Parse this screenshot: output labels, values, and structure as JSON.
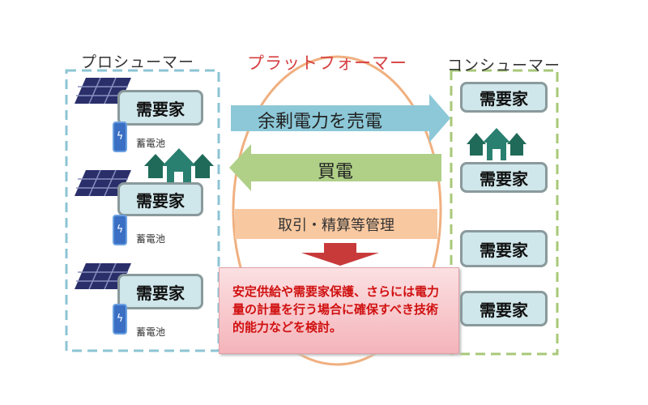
{
  "prosumer": {
    "title": "プロシューマー",
    "units": [
      {
        "label": "需要家",
        "battery": "蓄電池"
      },
      {
        "label": "需要家",
        "battery": "蓄電池"
      },
      {
        "label": "需要家",
        "battery": "蓄電池"
      }
    ]
  },
  "platform": {
    "title": "プラットフォーマー",
    "sell_arrow": "余剰電力を売電",
    "buy_arrow": "買電",
    "management": "取引・精算等管理",
    "note": "安定供給や需要家保護、さらには電力量の計量を行う場合に確保すべき技術的能力などを検討。"
  },
  "consumer": {
    "title": "コンシューマー",
    "units": [
      "需要家",
      "需要家",
      "需要家",
      "需要家"
    ]
  },
  "colors": {
    "prosumer_border": "#8cc4d4",
    "consumer_border": "#a8c878",
    "platform_title": "#d64040",
    "ellipse": "#f0b080",
    "sell": "#8cc8d8",
    "buy": "#b0d088",
    "management": "#f8c8a0",
    "note_bg": "#f8c8cc",
    "note_text": "#d01010"
  }
}
